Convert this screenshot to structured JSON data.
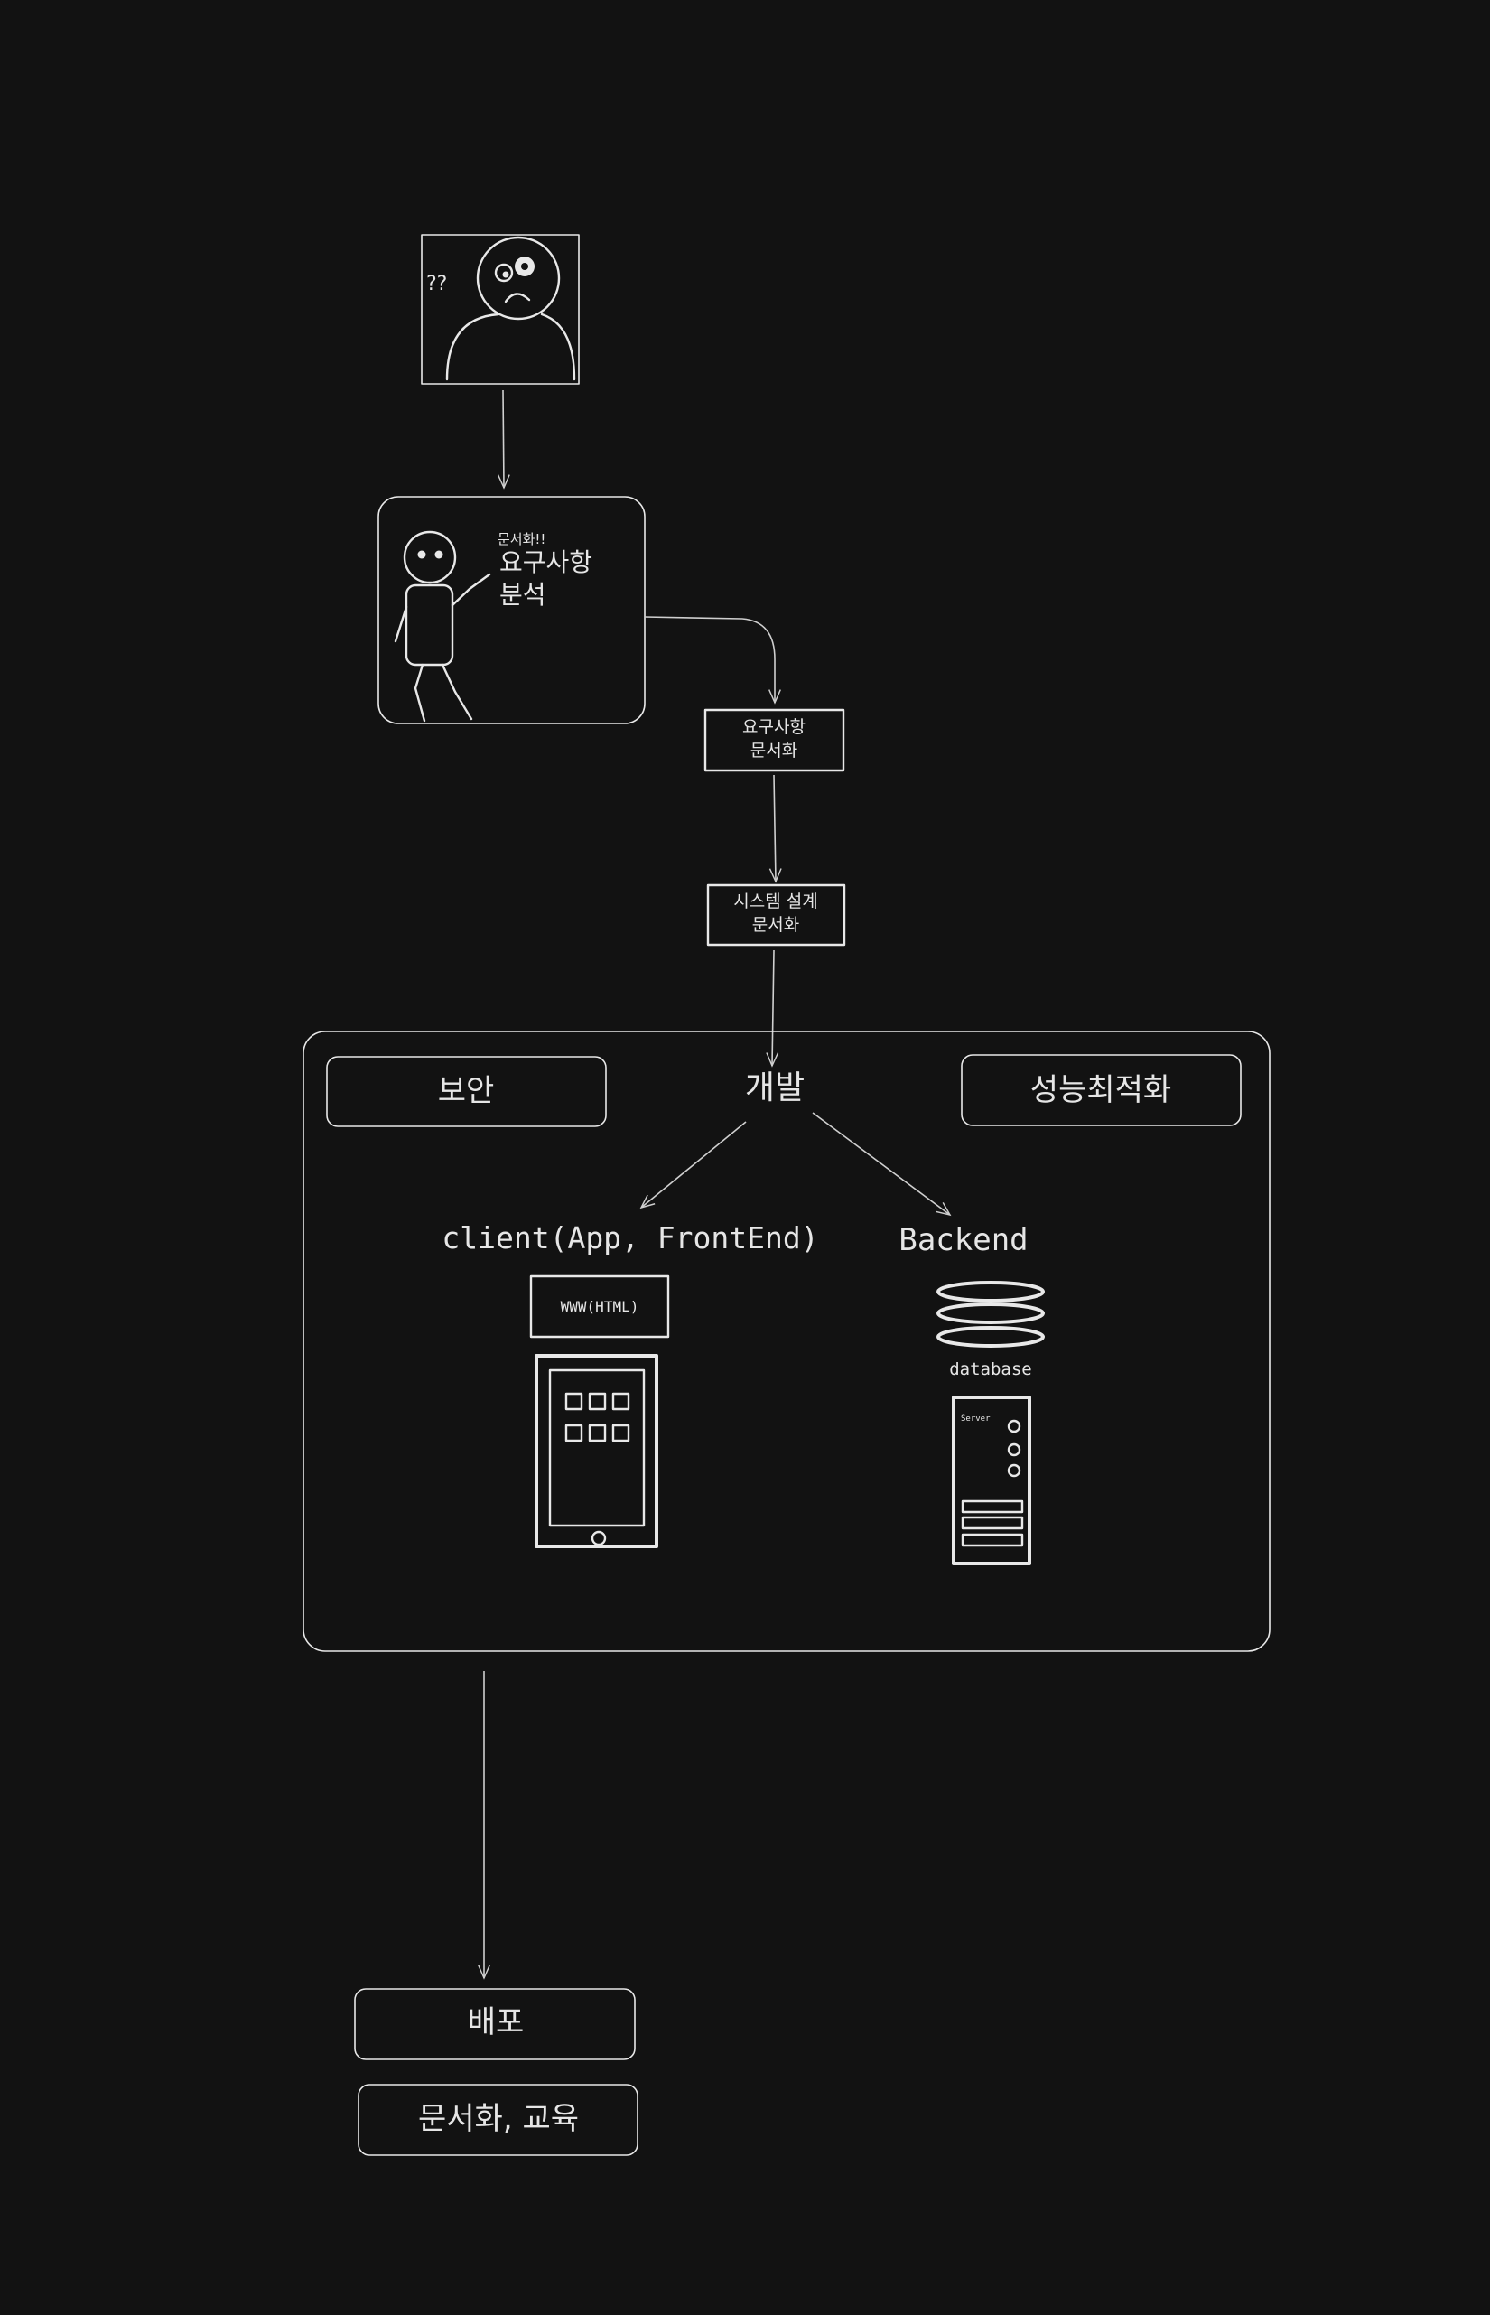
{
  "colors": {
    "background": "#121212",
    "stroke": "#e8e8e8",
    "text": "#e6e6e6"
  },
  "user_card": {
    "question_marks": "??",
    "icon": "confused-face-icon"
  },
  "analyst_card": {
    "note": "문서화!!",
    "title_line1": "요구사항",
    "title_line2": "분석",
    "icon": "stick-figure-icon"
  },
  "requirements_doc": {
    "line1": "요구사항",
    "line2": "문서화"
  },
  "system_design_doc": {
    "line1": "시스템 설계",
    "line2": "문서화"
  },
  "development": {
    "title": "개발",
    "security_label": "보안",
    "performance_label": "성능최적화",
    "client_label": "client(App, FrontEnd)",
    "www_label": "WWW(HTML)",
    "backend_label": "Backend",
    "database_label": "database",
    "server_label": "Server",
    "icons": [
      "tablet-icon",
      "database-icon",
      "server-icon"
    ]
  },
  "deploy_label": "배포",
  "docs_training_label": "문서화, 교육"
}
